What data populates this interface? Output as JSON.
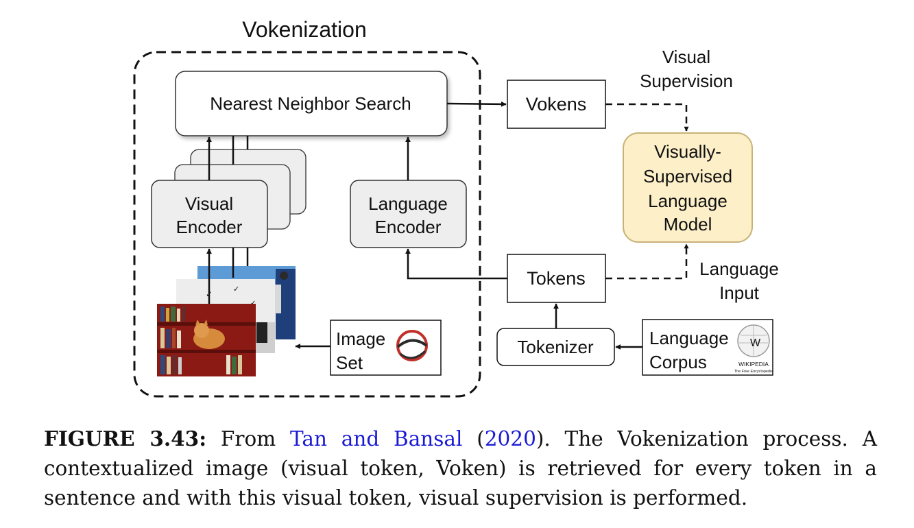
{
  "diagram": {
    "group_title": "Vokenization",
    "nearest_neighbor_search": "Nearest Neighbor Search",
    "visual_encoder": [
      "Visual",
      "Encoder"
    ],
    "language_encoder": [
      "Language",
      "Encoder"
    ],
    "image_set": [
      "Image",
      "Set"
    ],
    "vokens": "Vokens",
    "tokens": "Tokens",
    "tokenizer": "Tokenizer",
    "language_corpus": [
      "Language",
      "Corpus"
    ],
    "visual_supervision": [
      "Visual",
      "Supervision"
    ],
    "language_input": [
      "Language",
      "Input"
    ],
    "vslm": [
      "Visually-",
      "Supervised",
      "Language",
      "Model"
    ],
    "wikipedia_logo": [
      "WIKIPEDIA",
      "The Free Encyclopedia"
    ],
    "colors": {
      "encoder_fill": "#eeeeee",
      "vslm_fill": "#fdf0c9",
      "vslm_stroke": "#c9b277",
      "shelf_red": "#8c1a14",
      "cat_orange": "#d58a3c",
      "sky_blue": "#5d9bd6",
      "logo_red": "#c0312b"
    }
  },
  "caption": {
    "label": "FIGURE 3.43:",
    "text_from": "From",
    "cite_authors": "Tan and Bansal",
    "paren_open": "(",
    "cite_year": "2020",
    "paren_close_text": "). The Vokenization process. A contextualized image (visual token, Voken) is retrieved for every token in a sentence and with this visual token, visual supervision is performed."
  }
}
